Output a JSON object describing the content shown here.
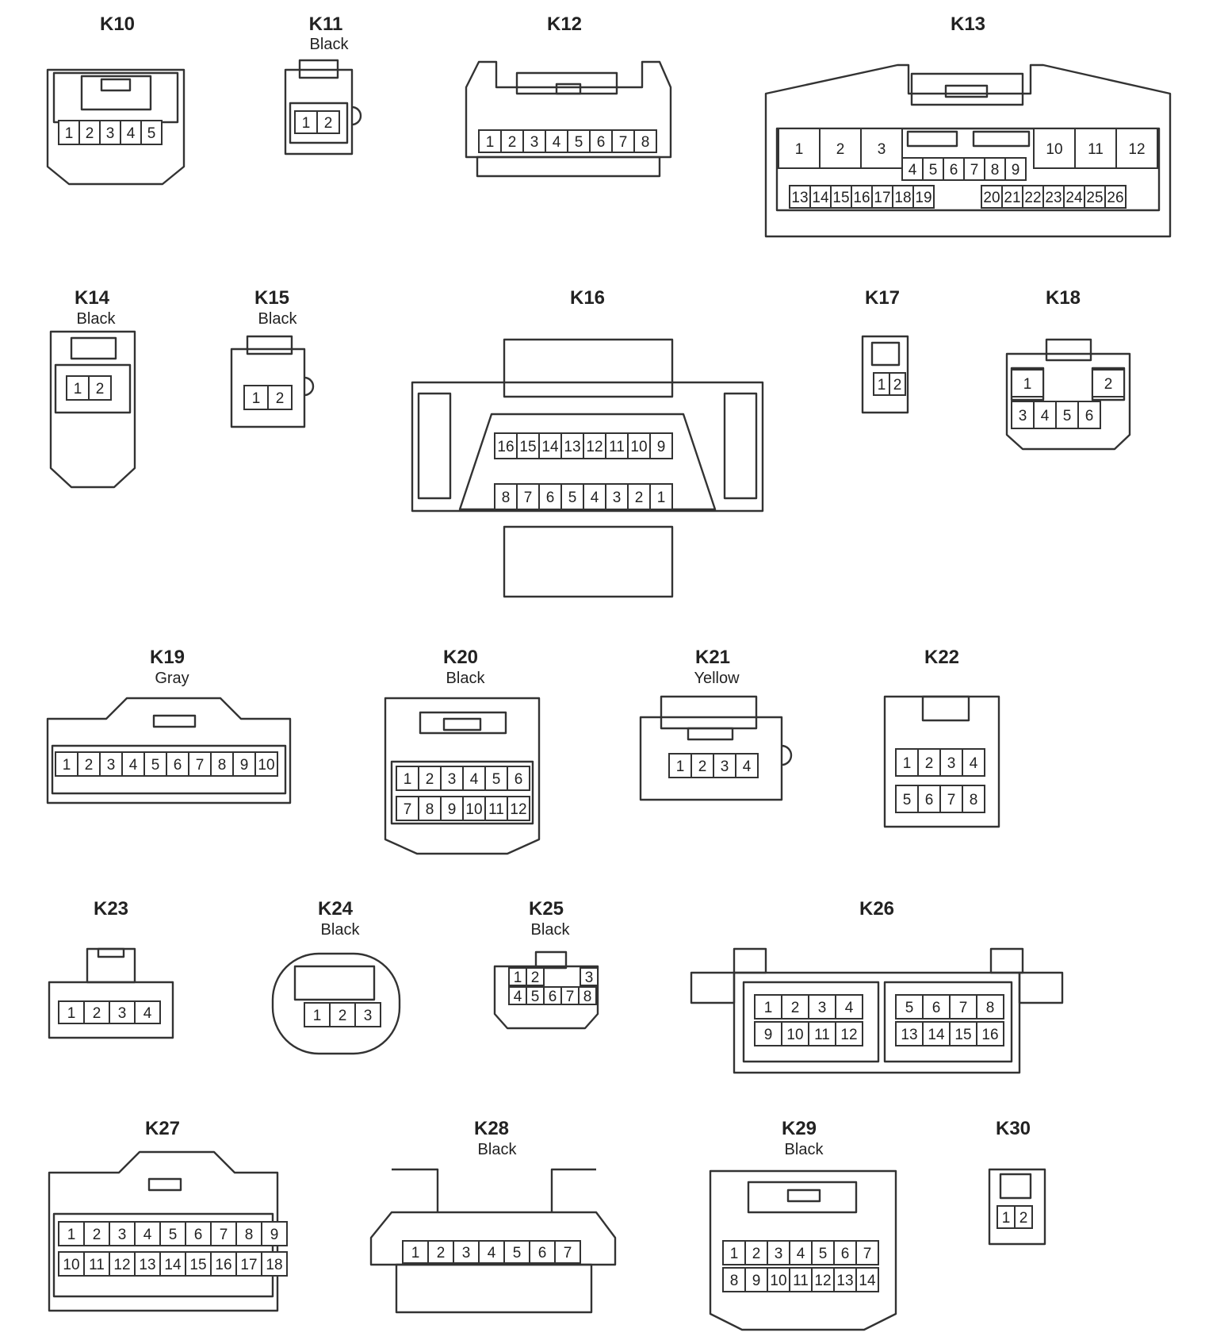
{
  "connectors": [
    {
      "id": "K10",
      "label": "K10",
      "color_label": "",
      "rows": [
        [
          "1",
          "2",
          "3",
          "4",
          "5"
        ]
      ]
    },
    {
      "id": "K11",
      "label": "K11",
      "color_label": "Black",
      "rows": [
        [
          "1",
          "2"
        ]
      ]
    },
    {
      "id": "K12",
      "label": "K12",
      "color_label": "",
      "rows": [
        [
          "1",
          "2",
          "3",
          "4",
          "5",
          "6",
          "7",
          "8"
        ]
      ]
    },
    {
      "id": "K13",
      "label": "K13",
      "color_label": "",
      "rows": [
        [
          "1",
          "2",
          "3",
          "4",
          "5",
          "6",
          "7",
          "8",
          "9",
          "10",
          "11",
          "12"
        ],
        [
          "13",
          "14",
          "15",
          "16",
          "17",
          "18",
          "19",
          "20",
          "21",
          "22",
          "23",
          "24",
          "25",
          "26"
        ]
      ]
    },
    {
      "id": "K14",
      "label": "K14",
      "color_label": "Black",
      "rows": [
        [
          "1",
          "2"
        ]
      ]
    },
    {
      "id": "K15",
      "label": "K15",
      "color_label": "Black",
      "rows": [
        [
          "1",
          "2"
        ]
      ]
    },
    {
      "id": "K16",
      "label": "K16",
      "color_label": "",
      "rows": [
        [
          "16",
          "15",
          "14",
          "13",
          "12",
          "11",
          "10",
          "9"
        ],
        [
          "8",
          "7",
          "6",
          "5",
          "4",
          "3",
          "2",
          "1"
        ]
      ]
    },
    {
      "id": "K17",
      "label": "K17",
      "color_label": "",
      "rows": [
        [
          "1",
          "2"
        ]
      ]
    },
    {
      "id": "K18",
      "label": "K18",
      "color_label": "",
      "rows": [
        [
          "1",
          "2"
        ],
        [
          "3",
          "4",
          "5",
          "6"
        ]
      ]
    },
    {
      "id": "K19",
      "label": "K19",
      "color_label": "Gray",
      "rows": [
        [
          "1",
          "2",
          "3",
          "4",
          "5",
          "6",
          "7",
          "8",
          "9",
          "10"
        ]
      ]
    },
    {
      "id": "K20",
      "label": "K20",
      "color_label": "Black",
      "rows": [
        [
          "1",
          "2",
          "3",
          "4",
          "5",
          "6"
        ],
        [
          "7",
          "8",
          "9",
          "10",
          "11",
          "12"
        ]
      ]
    },
    {
      "id": "K21",
      "label": "K21",
      "color_label": "Yellow",
      "rows": [
        [
          "1",
          "2",
          "3",
          "4"
        ]
      ]
    },
    {
      "id": "K22",
      "label": "K22",
      "color_label": "",
      "rows": [
        [
          "1",
          "2",
          "3",
          "4"
        ],
        [
          "5",
          "6",
          "7",
          "8"
        ]
      ]
    },
    {
      "id": "K23",
      "label": "K23",
      "color_label": "",
      "rows": [
        [
          "1",
          "2",
          "3",
          "4"
        ]
      ]
    },
    {
      "id": "K24",
      "label": "K24",
      "color_label": "Black",
      "rows": [
        [
          "1",
          "2",
          "3"
        ]
      ]
    },
    {
      "id": "K25",
      "label": "K25",
      "color_label": "Black",
      "rows": [
        [
          "1",
          "2",
          "3"
        ],
        [
          "4",
          "5",
          "6",
          "7",
          "8"
        ]
      ]
    },
    {
      "id": "K26",
      "label": "K26",
      "color_label": "",
      "rows": [
        [
          "1",
          "2",
          "3",
          "4",
          "5",
          "6",
          "7",
          "8"
        ],
        [
          "9",
          "10",
          "11",
          "12",
          "13",
          "14",
          "15",
          "16"
        ]
      ]
    },
    {
      "id": "K27",
      "label": "K27",
      "color_label": "",
      "rows": [
        [
          "1",
          "2",
          "3",
          "4",
          "5",
          "6",
          "7",
          "8",
          "9"
        ],
        [
          "10",
          "11",
          "12",
          "13",
          "14",
          "15",
          "16",
          "17",
          "18"
        ]
      ]
    },
    {
      "id": "K28",
      "label": "K28",
      "color_label": "Black",
      "rows": [
        [
          "1",
          "2",
          "3",
          "4",
          "5",
          "6",
          "7"
        ]
      ]
    },
    {
      "id": "K29",
      "label": "K29",
      "color_label": "Black",
      "rows": [
        [
          "1",
          "2",
          "3",
          "4",
          "5",
          "6",
          "7"
        ],
        [
          "8",
          "9",
          "10",
          "11",
          "12",
          "13",
          "14"
        ]
      ]
    },
    {
      "id": "K30",
      "label": "K30",
      "color_label": "",
      "rows": [
        [
          "1",
          "2"
        ]
      ]
    }
  ]
}
